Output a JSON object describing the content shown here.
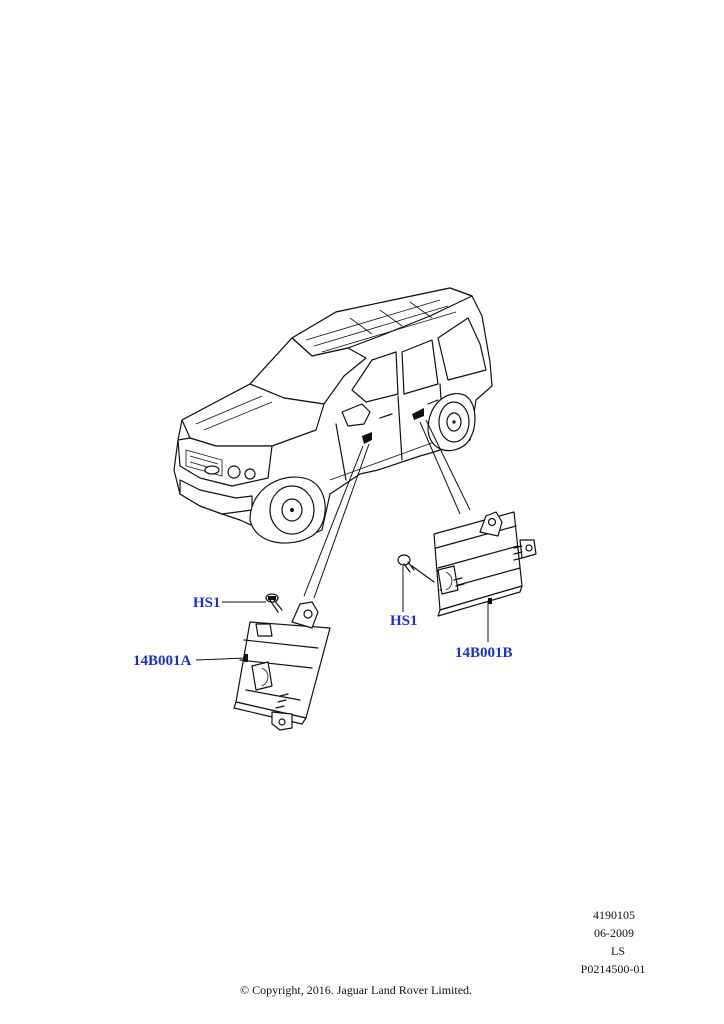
{
  "callouts": {
    "hs1_left": "HS1",
    "module_a": "14B001A",
    "hs1_right": "HS1",
    "module_b": "14B001B"
  },
  "meta": {
    "part_number": "4190105",
    "date": "06-2009",
    "initials": "LS",
    "illustration_id": "P0214500-01"
  },
  "copyright": "© Copyright, 2016. Jaguar Land Rover Limited.",
  "colors": {
    "callout": "#1a2fd6",
    "line": "#111111"
  }
}
